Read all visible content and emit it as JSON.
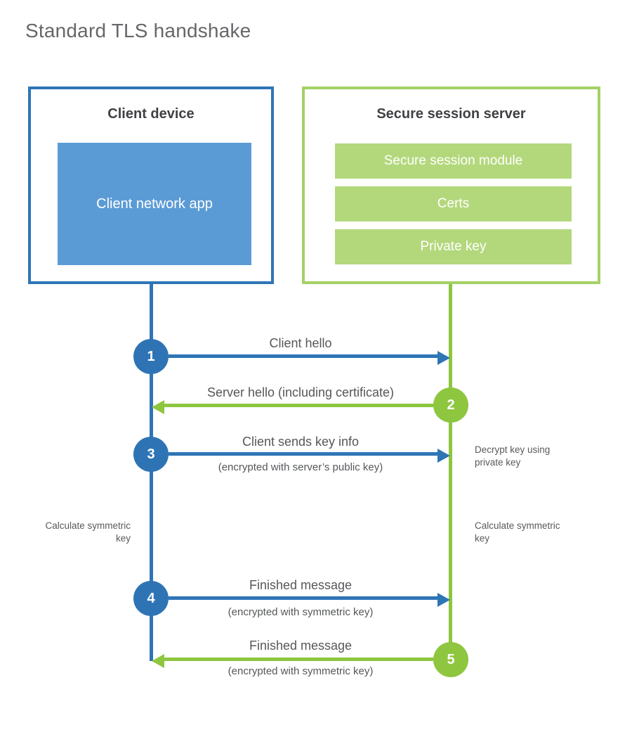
{
  "title": "Standard TLS handshake",
  "colors": {
    "blue_border": "#2e75b6",
    "blue_fill": "#5b9bd5",
    "green_border": "#a5d166",
    "green_fill": "#b3d87c",
    "green_accent": "#8ec63f",
    "text_dark": "#3f4144",
    "text_gray": "#55575a"
  },
  "client": {
    "title": "Client device",
    "app_label": "Client network app"
  },
  "server": {
    "title": "Secure session server",
    "modules": [
      "Secure session module",
      "Certs",
      "Private key"
    ]
  },
  "steps": [
    {
      "num": "1",
      "label": "Client hello",
      "sub": "",
      "direction": "right"
    },
    {
      "num": "2",
      "label": "Server hello (including certificate)",
      "sub": "",
      "direction": "left"
    },
    {
      "num": "3",
      "label": "Client sends key info",
      "sub": "(encrypted with server’s public key)",
      "direction": "right"
    },
    {
      "num": "4",
      "label": "Finished message",
      "sub": "(encrypted with symmetric key)",
      "direction": "right"
    },
    {
      "num": "5",
      "label": "Finished message",
      "sub": "(encrypted with symmetric key)",
      "direction": "left"
    }
  ],
  "notes": {
    "decrypt": "Decrypt key using private key",
    "calc_left": "Calculate symmetric key",
    "calc_right": "Calculate symmetric key"
  }
}
